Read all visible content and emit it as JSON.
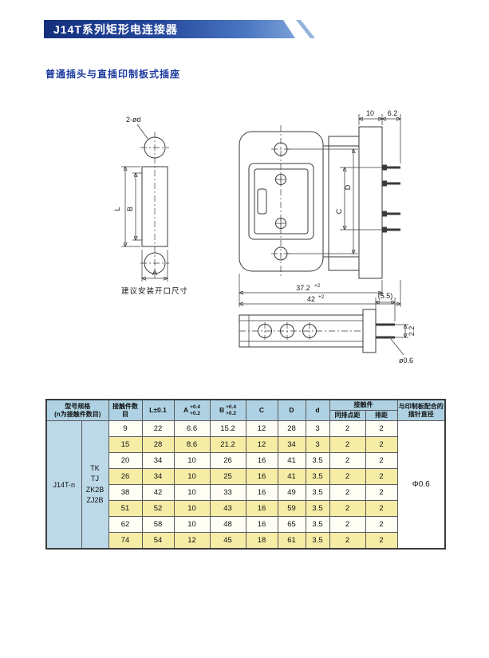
{
  "page": {
    "title": "J14T系列矩形电连接器",
    "subtitle": "普通插头与直插印制板式插座"
  },
  "colors": {
    "header_blue_dark": "#14307d",
    "header_blue_light": "#7aa0d8",
    "table_header_bg": "#aed2e3",
    "table_blue_cell": "#bcd9e8",
    "row_yellow": "#f5eca6",
    "subtitle_blue": "#1c3a9e"
  },
  "drawing": {
    "caption": "建议安装开口尺寸",
    "hole_callout": "2-ød",
    "dim_L": "L",
    "dim_B": "B",
    "dim_A": "A",
    "dim_10": "10",
    "dim_62": "6.2",
    "dim_C": "C",
    "dim_D": "D",
    "dim_372": "37.2",
    "dim_42": "42",
    "tol_plus2": "+2",
    "dim_55": "(5.5)",
    "dim_22": "2.2",
    "dim_pin_dia": "ø0.6"
  },
  "table": {
    "headers": {
      "model_spec": "型号规格\n(n为接触件数目)",
      "contact_count": "接触件数目",
      "L": "L±0.1",
      "A": "A",
      "B": "B",
      "tol_top": "+0.4",
      "tol_bottom": "+0.2",
      "C": "C",
      "D": "D",
      "d": "d",
      "contact_group": "接触件",
      "same_row_pitch": "同排点距",
      "row_pitch": "排距",
      "pcb_pin_dia": "与印制板配合的插针直径"
    },
    "model": "J14T-n",
    "variants": [
      "TK",
      "TJ",
      "ZK2B",
      "ZJ2B"
    ],
    "pin_diameter": "Φ0.6",
    "rows": [
      {
        "n": "9",
        "L": "22",
        "A": "6.6",
        "B": "15.2",
        "C": "12",
        "D": "28",
        "d": "3",
        "same_row_pitch": "2",
        "row_pitch": "2"
      },
      {
        "n": "15",
        "L": "28",
        "A": "8.6",
        "B": "21.2",
        "C": "12",
        "D": "34",
        "d": "3",
        "same_row_pitch": "2",
        "row_pitch": "2"
      },
      {
        "n": "20",
        "L": "34",
        "A": "10",
        "B": "26",
        "C": "16",
        "D": "41",
        "d": "3.5",
        "same_row_pitch": "2",
        "row_pitch": "2"
      },
      {
        "n": "26",
        "L": "34",
        "A": "10",
        "B": "25",
        "C": "16",
        "D": "41",
        "d": "3.5",
        "same_row_pitch": "2",
        "row_pitch": "2"
      },
      {
        "n": "38",
        "L": "42",
        "A": "10",
        "B": "33",
        "C": "16",
        "D": "49",
        "d": "3.5",
        "same_row_pitch": "2",
        "row_pitch": "2"
      },
      {
        "n": "51",
        "L": "52",
        "A": "10",
        "B": "43",
        "C": "16",
        "D": "59",
        "d": "3.5",
        "same_row_pitch": "2",
        "row_pitch": "2"
      },
      {
        "n": "62",
        "L": "58",
        "A": "10",
        "B": "48",
        "C": "16",
        "D": "65",
        "d": "3.5",
        "same_row_pitch": "2",
        "row_pitch": "2"
      },
      {
        "n": "74",
        "L": "54",
        "A": "12",
        "B": "45",
        "C": "18",
        "D": "61",
        "d": "3.5",
        "same_row_pitch": "2",
        "row_pitch": "2"
      }
    ]
  }
}
